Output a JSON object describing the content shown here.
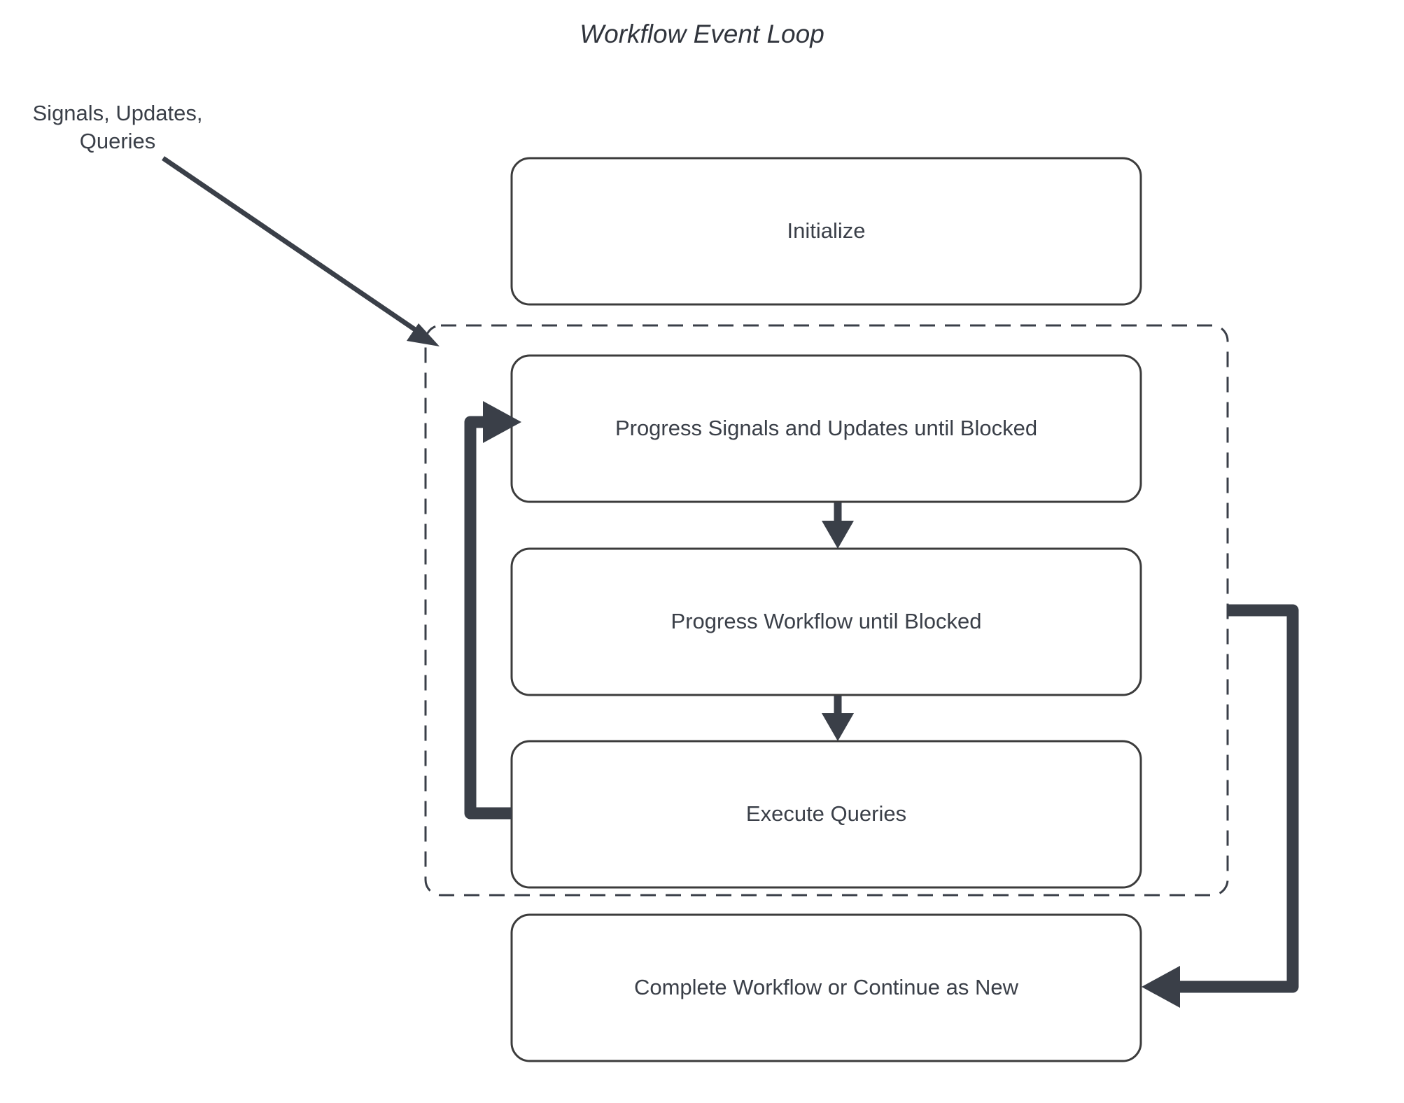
{
  "diagram": {
    "title": "Workflow Event Loop",
    "type": "flowchart",
    "colors": {
      "stroke": "#3a3f48",
      "node_border": "#3c3c3c",
      "node_fill": "#ffffff",
      "background": "#ffffff",
      "text": "#3a3f48"
    },
    "input_label": {
      "line1": "Signals, Updates,",
      "line2": "Queries"
    },
    "nodes": [
      {
        "id": "initialize",
        "label": "Initialize"
      },
      {
        "id": "progress-signals",
        "label": "Progress Signals and Updates until Blocked"
      },
      {
        "id": "progress-workflow",
        "label": "Progress Workflow until Blocked"
      },
      {
        "id": "execute-queries",
        "label": "Execute Queries"
      },
      {
        "id": "complete-workflow",
        "label": "Complete Workflow or Continue as New"
      }
    ],
    "loop_container": {
      "style": "dashed",
      "contains": [
        "progress-signals",
        "progress-workflow",
        "execute-queries"
      ]
    },
    "edges": [
      {
        "from": "input-label",
        "to": "loop-container",
        "style": "diagonal-arrow"
      },
      {
        "from": "progress-signals",
        "to": "progress-workflow",
        "style": "vertical-arrow"
      },
      {
        "from": "progress-workflow",
        "to": "execute-queries",
        "style": "vertical-arrow"
      },
      {
        "from": "execute-queries",
        "to": "progress-signals",
        "style": "loop-back-left"
      },
      {
        "from": "loop-container",
        "to": "complete-workflow",
        "style": "loop-exit-right"
      }
    ]
  }
}
